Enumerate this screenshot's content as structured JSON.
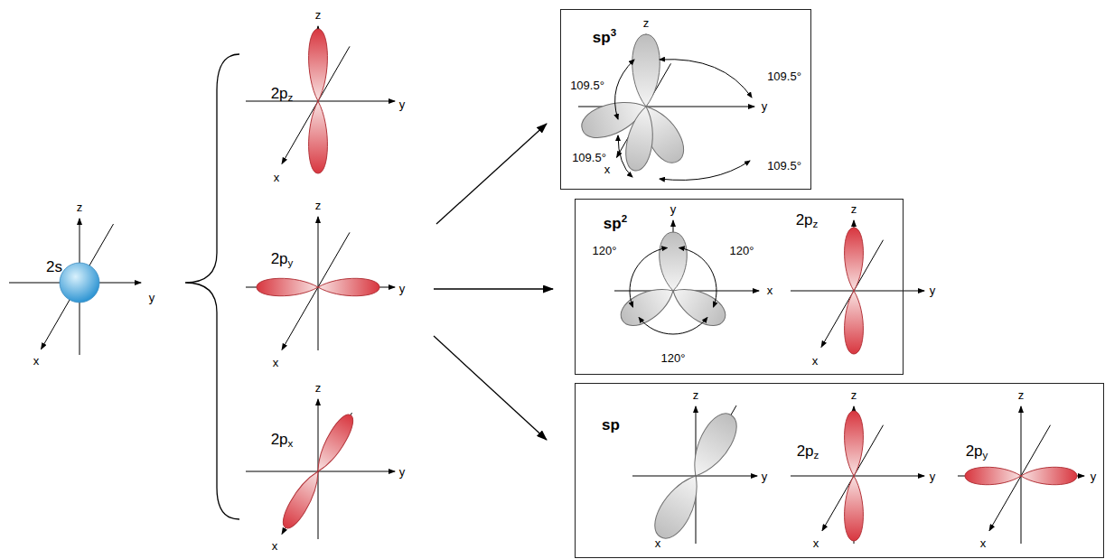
{
  "diagram": {
    "nodes": [
      {
        "text": [
          "sp3"
        ]
      },
      {
        "text": [
          "sp2",
          "2pz"
        ]
      },
      {
        "text": [
          "sp",
          "2pz",
          "2py"
        ]
      }
    ],
    "labels": [
      "2s",
      "2pz",
      "2py",
      "2px",
      "z",
      "y",
      "x",
      "z",
      "y",
      "x",
      "z",
      "y",
      "x",
      "z",
      "y",
      "x",
      "z",
      "y",
      "x",
      "y",
      "x",
      "z",
      "y",
      "x",
      "z",
      "y",
      "x",
      "z",
      "y",
      "x",
      "z",
      "y",
      "x",
      "109.5°",
      "109.5°",
      "109.5°",
      "109.5°",
      "120°",
      "120°",
      "120°"
    ]
  }
}
